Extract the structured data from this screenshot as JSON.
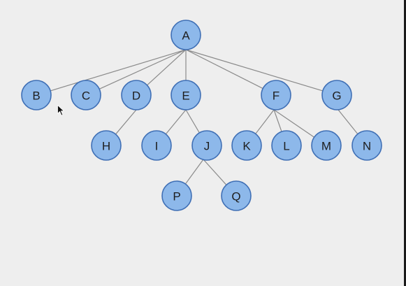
{
  "tree": {
    "nodes": [
      {
        "id": "A",
        "label": "A"
      },
      {
        "id": "B",
        "label": "B"
      },
      {
        "id": "C",
        "label": "C"
      },
      {
        "id": "D",
        "label": "D"
      },
      {
        "id": "E",
        "label": "E"
      },
      {
        "id": "F",
        "label": "F"
      },
      {
        "id": "G",
        "label": "G"
      },
      {
        "id": "H",
        "label": "H"
      },
      {
        "id": "I",
        "label": "I"
      },
      {
        "id": "J",
        "label": "J"
      },
      {
        "id": "K",
        "label": "K"
      },
      {
        "id": "L",
        "label": "L"
      },
      {
        "id": "M",
        "label": "M"
      },
      {
        "id": "N",
        "label": "N"
      },
      {
        "id": "P",
        "label": "P"
      },
      {
        "id": "Q",
        "label": "Q"
      }
    ],
    "edges": [
      [
        "A",
        "B"
      ],
      [
        "A",
        "C"
      ],
      [
        "A",
        "D"
      ],
      [
        "A",
        "E"
      ],
      [
        "A",
        "F"
      ],
      [
        "A",
        "G"
      ],
      [
        "D",
        "H"
      ],
      [
        "E",
        "I"
      ],
      [
        "E",
        "J"
      ],
      [
        "F",
        "K"
      ],
      [
        "F",
        "L"
      ],
      [
        "F",
        "M"
      ],
      [
        "G",
        "N"
      ],
      [
        "J",
        "P"
      ],
      [
        "J",
        "Q"
      ]
    ],
    "colors": {
      "node_fill": "#8db8ea",
      "node_stroke": "#3f6fb5",
      "edge": "#8a8a8a",
      "background": "#eeeeee"
    }
  }
}
